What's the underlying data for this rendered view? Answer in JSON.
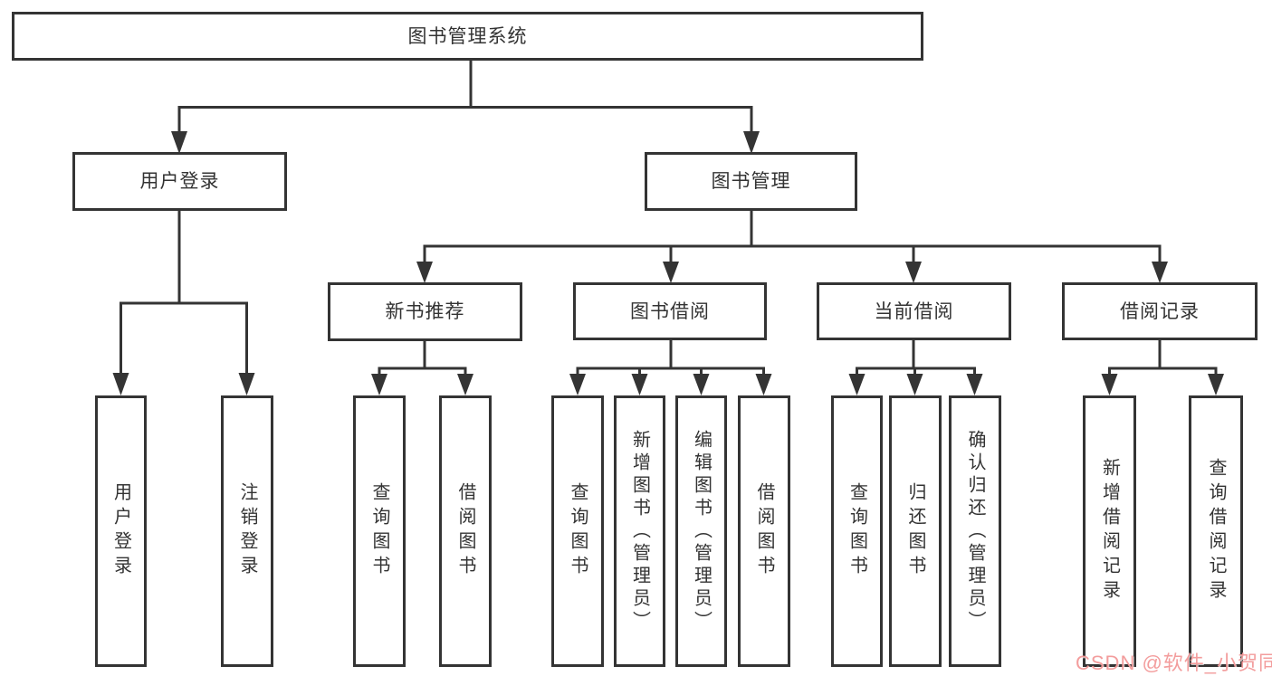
{
  "diagram": {
    "root": {
      "label": "图书管理系统"
    },
    "branches": [
      {
        "label": "用户登录",
        "leaves": [
          "用户登录",
          "注销登录"
        ]
      },
      {
        "label": "图书管理",
        "groups": [
          {
            "label": "新书推荐",
            "leaves": [
              "查询图书",
              "借阅图书"
            ]
          },
          {
            "label": "图书借阅",
            "leaves": [
              "查询图书",
              "新增图书（管理员）",
              "编辑图书（管理员）",
              "借阅图书"
            ]
          },
          {
            "label": "当前借阅",
            "leaves": [
              "查询图书",
              "归还图书",
              "确认归还（管理员）"
            ]
          },
          {
            "label": "借阅记录",
            "leaves": [
              "新增借阅记录",
              "查询借阅记录"
            ]
          }
        ]
      }
    ]
  },
  "watermark": {
    "text": "CSDN @软件_小贺同学",
    "color": "#f29898"
  },
  "colors": {
    "line": "#343434",
    "text": "#333333",
    "background": "#ffffff"
  }
}
